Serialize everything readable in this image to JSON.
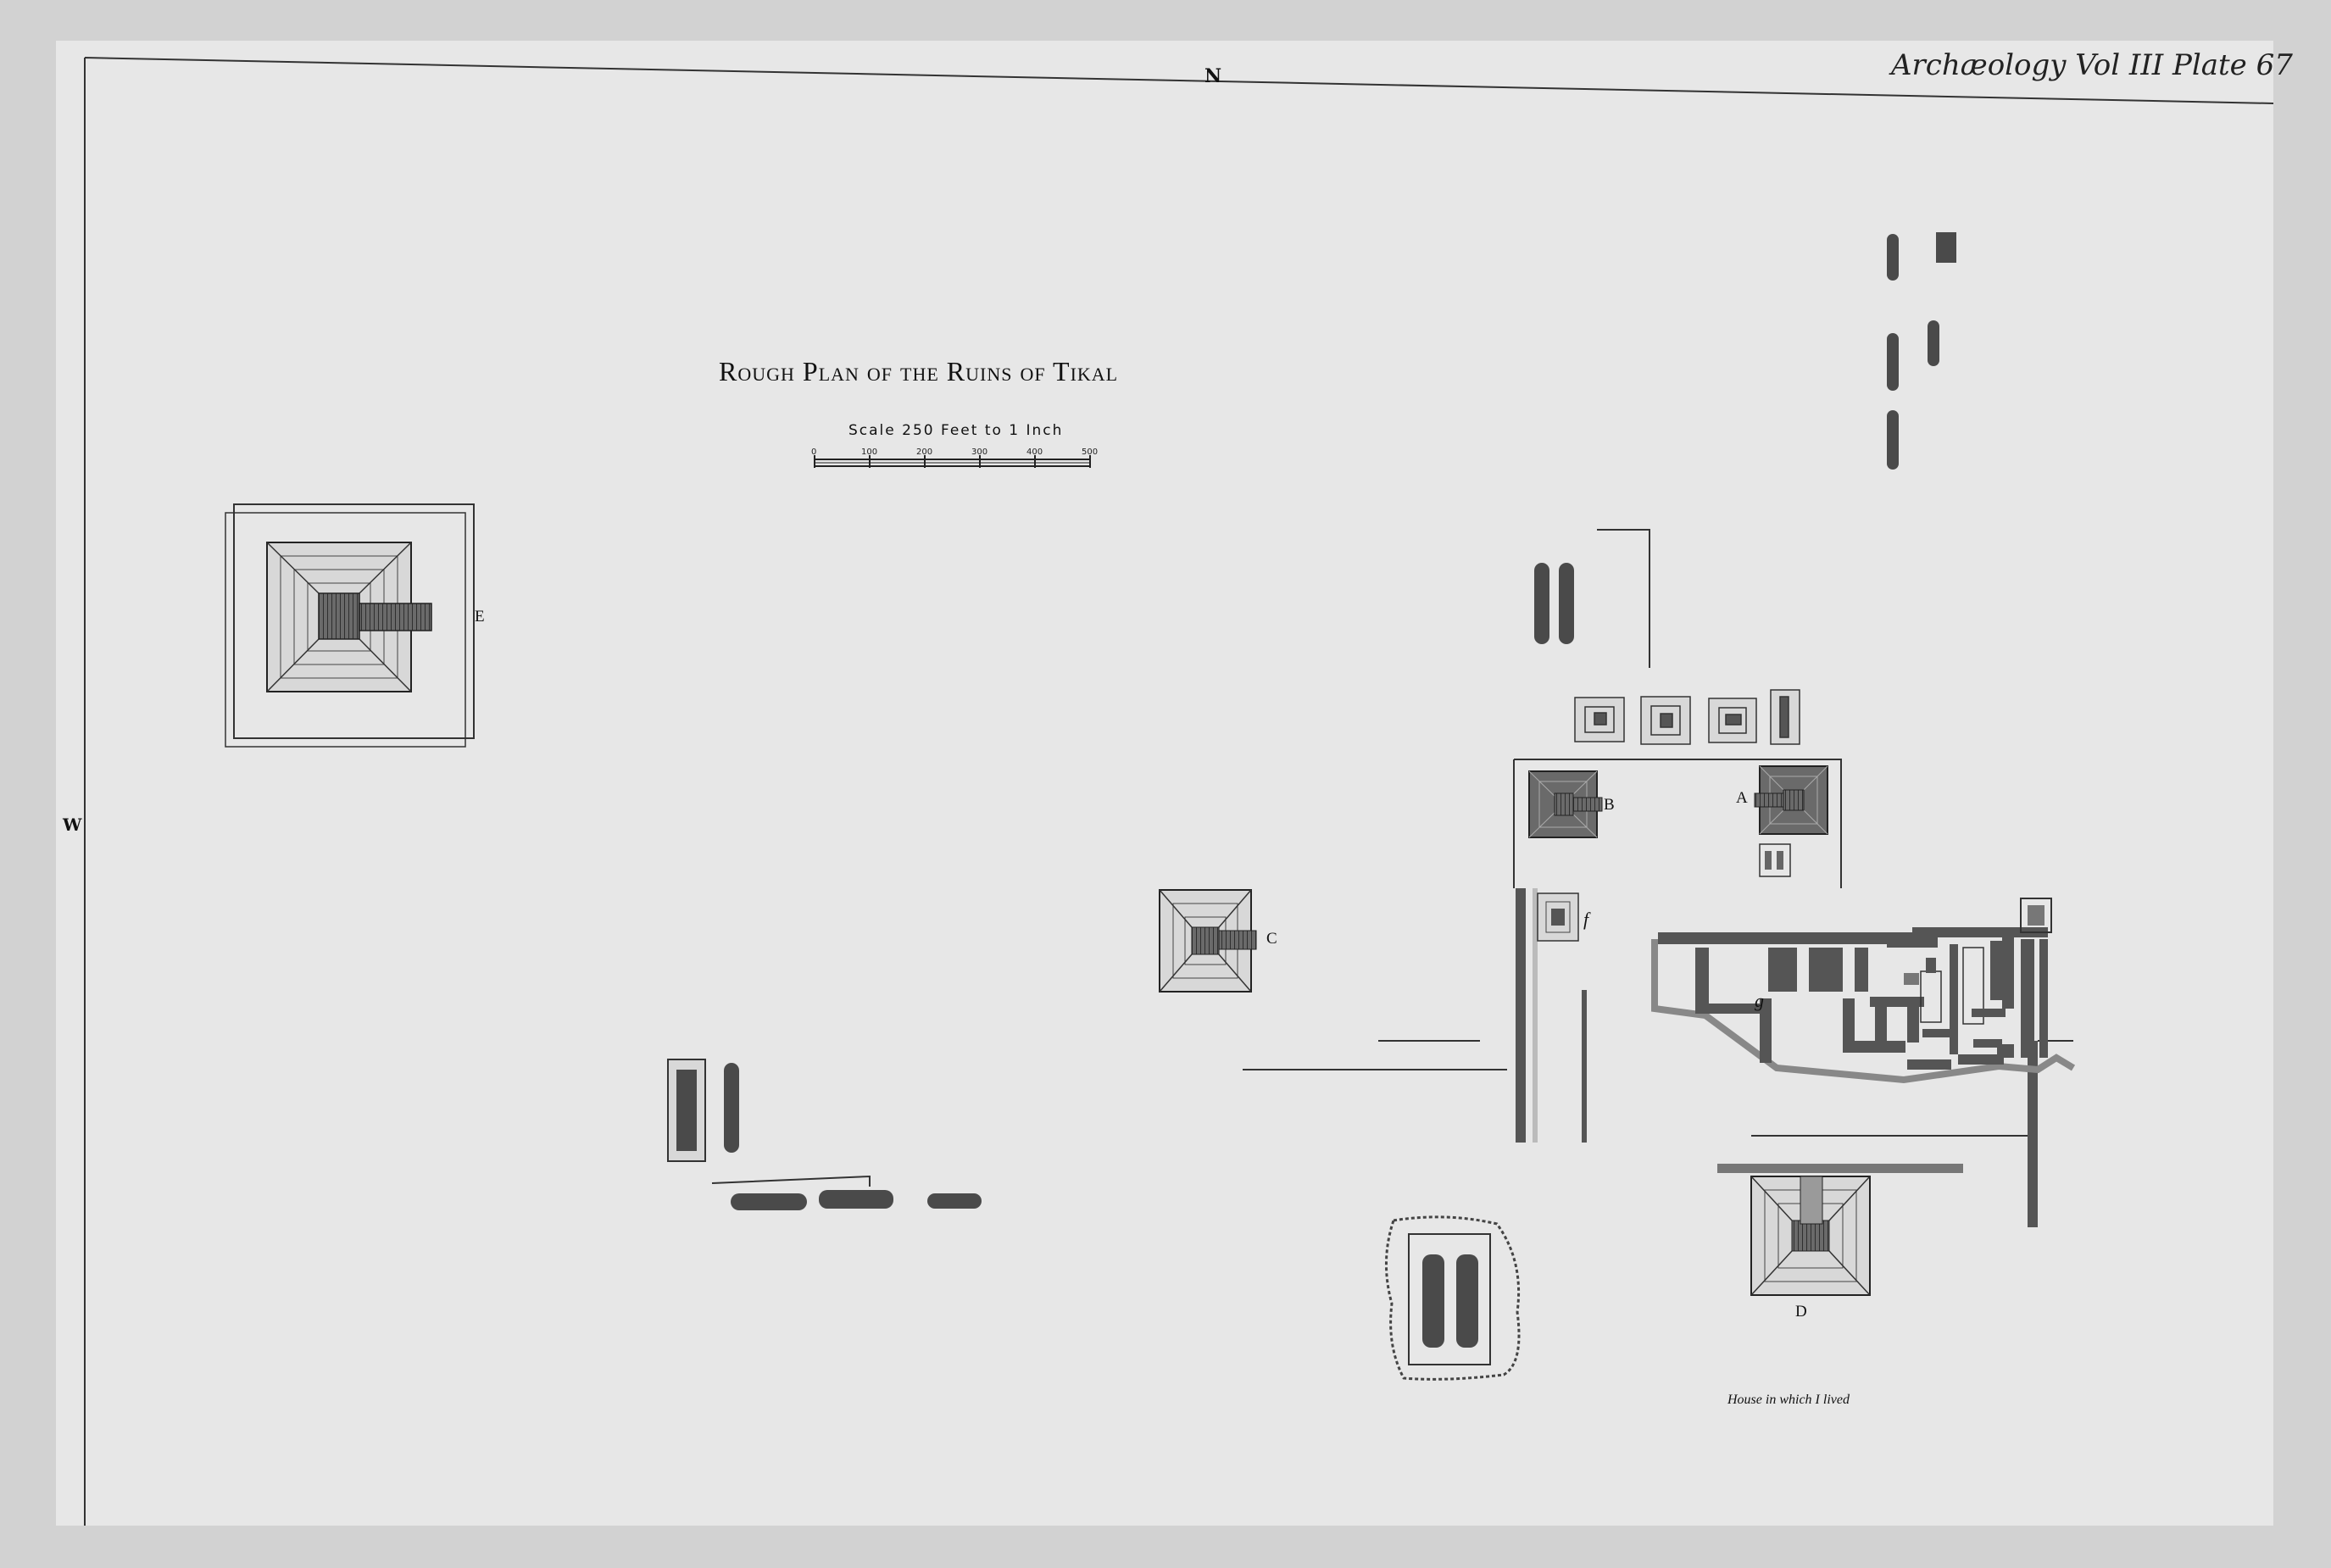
{
  "plate_caption": "Archæology Vol III Plate 67",
  "compass": {
    "north": "N",
    "west": "W"
  },
  "title": "Rough Plan of the Ruins of Tikal",
  "scale": {
    "label": "Scale 250 Feet to 1 Inch",
    "ticks": [
      "0",
      "100",
      "200",
      "300",
      "400",
      "500"
    ]
  },
  "structure_labels": {
    "A": "A",
    "B": "B",
    "C": "C",
    "D": "D",
    "E": "E",
    "f": "f",
    "g": "g"
  },
  "house_caption": "House in which I lived",
  "colors": {
    "paper": "#e7e7e7",
    "frame": "#d2d2d2",
    "ink": "#2a2a2a",
    "fill": "#4a4a4a"
  }
}
